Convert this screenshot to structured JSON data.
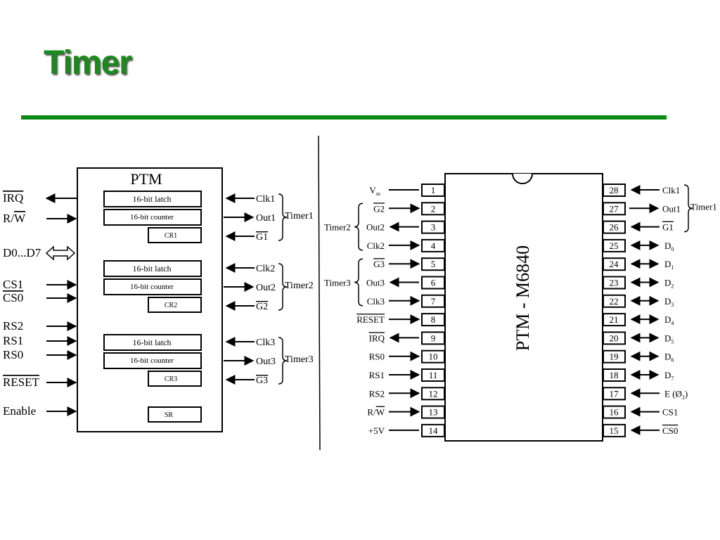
{
  "page": {
    "title": "Timer"
  },
  "block": {
    "title": "PTM",
    "left_signals": [
      "IRQ",
      "R/W",
      "D0...D7",
      "CS1",
      "CS0",
      "RS2",
      "RS1",
      "RS0",
      "RESET",
      "Enable"
    ],
    "groups": [
      {
        "latch": "16-bit latch",
        "counter": "16-bit counter",
        "cr": "CR1",
        "clk": "Clk1",
        "out": "Out1",
        "gate": "G1",
        "name": "Timer1"
      },
      {
        "latch": "16-bit latch",
        "counter": "16-bit counter",
        "cr": "CR2",
        "clk": "Clk2",
        "out": "Out2",
        "gate": "G2",
        "name": "Timer2"
      },
      {
        "latch": "16-bit latch",
        "counter": "16-bit counter",
        "cr": "CR3",
        "clk": "Clk3",
        "out": "Out3",
        "gate": "G3",
        "name": "Timer3"
      }
    ],
    "sr": "SR"
  },
  "chip": {
    "name": "PTM - M6840",
    "left_pins": [
      {
        "num": "1",
        "label": "Vss",
        "dir": "none"
      },
      {
        "num": "2",
        "label": "G2",
        "dir": "in"
      },
      {
        "num": "3",
        "label": "Out2",
        "dir": "out"
      },
      {
        "num": "4",
        "label": "Clk2",
        "dir": "in"
      },
      {
        "num": "5",
        "label": "G3",
        "dir": "in"
      },
      {
        "num": "6",
        "label": "Out3",
        "dir": "out"
      },
      {
        "num": "7",
        "label": "Clk3",
        "dir": "in"
      },
      {
        "num": "8",
        "label": "RESET",
        "dir": "in"
      },
      {
        "num": "9",
        "label": "IRQ",
        "dir": "out"
      },
      {
        "num": "10",
        "label": "RS0",
        "dir": "in"
      },
      {
        "num": "11",
        "label": "RS1",
        "dir": "in"
      },
      {
        "num": "12",
        "label": "RS2",
        "dir": "in"
      },
      {
        "num": "13",
        "label": "R/W",
        "dir": "in"
      },
      {
        "num": "14",
        "label": "+5V",
        "dir": "none"
      }
    ],
    "right_pins": [
      {
        "num": "28",
        "label": "Clk1",
        "dir": "in"
      },
      {
        "num": "27",
        "label": "Out1",
        "dir": "out"
      },
      {
        "num": "26",
        "label": "G1",
        "dir": "in"
      },
      {
        "num": "25",
        "label": "D0",
        "dir": "bi"
      },
      {
        "num": "24",
        "label": "D1",
        "dir": "bi"
      },
      {
        "num": "23",
        "label": "D2",
        "dir": "bi"
      },
      {
        "num": "22",
        "label": "D3",
        "dir": "bi"
      },
      {
        "num": "21",
        "label": "D4",
        "dir": "bi"
      },
      {
        "num": "20",
        "label": "D5",
        "dir": "bi"
      },
      {
        "num": "19",
        "label": "D6",
        "dir": "bi"
      },
      {
        "num": "18",
        "label": "D7",
        "dir": "bi"
      },
      {
        "num": "17",
        "label": "E (Ø2)",
        "dir": "in"
      },
      {
        "num": "16",
        "label": "CS1",
        "dir": "in"
      },
      {
        "num": "15",
        "label": "CS0",
        "dir": "in"
      }
    ],
    "left_groups": [
      "Timer2",
      "Timer3"
    ],
    "right_groups": [
      "Timer1"
    ]
  }
}
